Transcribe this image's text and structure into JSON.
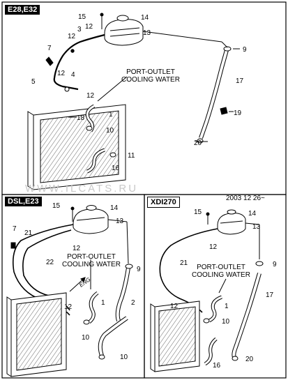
{
  "watermark": "WWW.ILCATS.RU",
  "panels": [
    {
      "variant": "E28,E32",
      "note": "PORT-OUTLET COOLING WATER",
      "callouts": [
        "15",
        "14",
        "3",
        "12",
        "12",
        "13",
        "7",
        "9",
        "12",
        "4",
        "17",
        "5",
        "12",
        "18",
        "1",
        "19",
        "10",
        "20",
        "11",
        "16"
      ]
    },
    {
      "variant": "DSL,E23",
      "note": "PORT-OUTLET COOLING WATER",
      "direction_label": "ENG",
      "callouts": [
        "15",
        "14",
        "13",
        "7",
        "21",
        "12",
        "22",
        "9",
        "2",
        "1",
        "12",
        "10",
        "10"
      ]
    },
    {
      "variant": "XDI270",
      "date": "2003 12 26~",
      "note": "PORT-OUTLET COOLING WATER",
      "callouts": [
        "15",
        "14",
        "12",
        "13",
        "9",
        "21",
        "17",
        "12",
        "1",
        "10",
        "16",
        "20"
      ]
    }
  ]
}
